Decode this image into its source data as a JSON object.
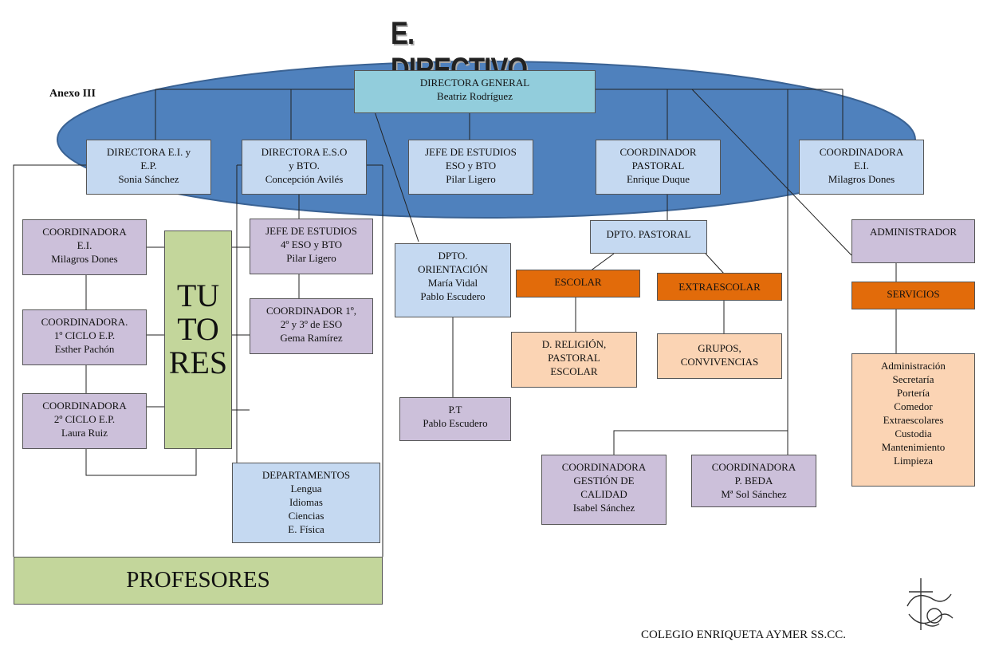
{
  "title": "E. DIRECTIVO",
  "annex": "Anexo III",
  "footer": "COLEGIO ENRIQUETA AYMER SS.CC.",
  "colors": {
    "ellipse": "#4f81bd",
    "light_blue": "#c5d9f1",
    "cyan": "#92cddc",
    "purple": "#ccc0da",
    "orange": "#e26b0a",
    "peach": "#fbd4b4",
    "green": "#c3d69b"
  },
  "nodes": {
    "directora_general": [
      "DIRECTORA GENERAL",
      "Beatriz Rodríguez"
    ],
    "directora_ei_ep": [
      "DIRECTORA  E.I. y",
      "E.P.",
      "Sonia Sánchez"
    ],
    "directora_eso_bto": [
      "DIRECTORA  E.S.O",
      "y BTO.",
      "Concepción Avilés"
    ],
    "jefe_estudios": [
      "JEFE DE ESTUDIOS",
      "ESO y BTO",
      "Pilar Ligero"
    ],
    "coordinador_pastoral": [
      "COORDINADOR",
      "PASTORAL",
      "Enrique Duque"
    ],
    "coordinadora_ei_top": [
      "COORDINADORA",
      "E.I.",
      "Milagros Dones"
    ],
    "coordinadora_ei": [
      "COORDINADORA",
      "E.I.",
      "Milagros Dones"
    ],
    "coordinadora_1ciclo": [
      "COORDINADORA.",
      "1º CICLO E.P.",
      "Esther Pachón"
    ],
    "coordinadora_2ciclo": [
      "COORDINADORA",
      "2º CICLO  E.P.",
      "Laura Ruiz"
    ],
    "tutores": [
      "TU",
      "TO",
      "RES"
    ],
    "jefe_estudios_4eso": [
      "JEFE DE ESTUDIOS",
      "4º ESO y BTO",
      "Pilar Ligero"
    ],
    "coordinador_eso": [
      "COORDINADOR  1º,",
      "2º y 3º de  ESO",
      "Gema Ramírez"
    ],
    "departamentos": [
      "DEPARTAMENTOS",
      "Lengua",
      "Idiomas",
      "Ciencias",
      "E. Física"
    ],
    "profesores": [
      "PROFESORES"
    ],
    "dpto_orientacion": [
      "DPTO.",
      "ORIENTACIÓN",
      "María Vidal",
      "Pablo Escudero"
    ],
    "pt": [
      "P.T",
      "Pablo Escudero"
    ],
    "dpto_pastoral": [
      "DPTO. PASTORAL"
    ],
    "escolar": [
      "ESCOLAR"
    ],
    "extraescolar": [
      "EXTRAESCOLAR"
    ],
    "religion": [
      "D. RELIGIÓN,",
      "PASTORAL",
      "ESCOLAR"
    ],
    "grupos": [
      "GRUPOS,",
      "CONVIVENCIAS"
    ],
    "administrador": [
      "ADMINISTRADOR"
    ],
    "servicios": [
      "SERVICIOS"
    ],
    "servicios_lista": [
      "Administración",
      "Secretaría",
      "Portería",
      "Comedor",
      "Extraescolares",
      "Custodia",
      "Mantenimiento",
      "Limpieza"
    ],
    "coord_calidad": [
      "COORDINADORA",
      "GESTIÓN DE",
      "CALIDAD",
      "Isabel Sánchez"
    ],
    "coord_beda": [
      "COORDINADORA",
      "P. BEDA",
      "Mª Sol Sánchez"
    ]
  }
}
